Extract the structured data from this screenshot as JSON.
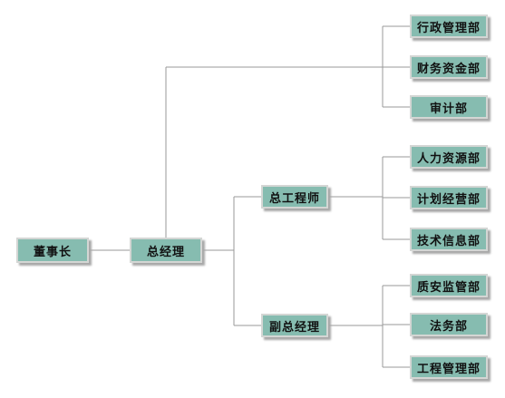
{
  "org_chart": {
    "chairman": "董事长",
    "general_manager": "总经理",
    "chief_engineer": "总工程师",
    "deputy_general_manager": "副总经理",
    "departments": {
      "administration": "行政管理部",
      "finance": "财务资金部",
      "audit": "审计部",
      "human_resources": "人力资源部",
      "planning": "计划经营部",
      "it": "技术信息部",
      "quality_safety": "质安监管部",
      "legal": "法务部",
      "engineering": "工程管理部"
    }
  },
  "colors": {
    "node_fill": "#86bcb0",
    "node_border": "#d4d6d4",
    "connector": "#9a9a9a"
  }
}
